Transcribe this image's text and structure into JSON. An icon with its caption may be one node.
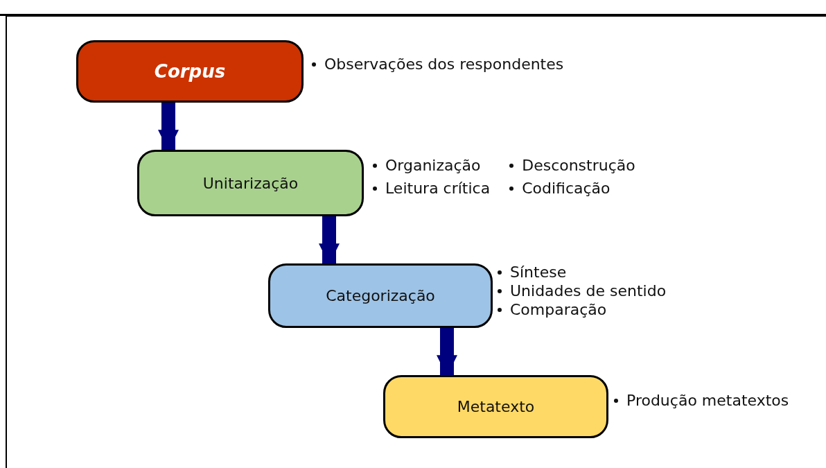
{
  "diagram": {
    "nodes": [
      {
        "text": [
          "Corpus"
        ],
        "beside": [
          "Observações dos respondentes"
        ]
      },
      {
        "text": [
          "Unitarização"
        ],
        "beside": [
          "Organização",
          "Desconstrução",
          "Leitura crítica",
          "Codificação"
        ]
      },
      {
        "text": [
          "Categorização"
        ],
        "beside": [
          "Síntese",
          "Unidades de sentido",
          "Comparação"
        ]
      },
      {
        "text": [
          "Metatexto"
        ],
        "beside": [
          "Produção metatextos"
        ]
      }
    ],
    "edges": [
      {
        "from": 0,
        "to": 1,
        "arrow": "to"
      },
      {
        "from": 1,
        "to": 2,
        "arrow": "to"
      },
      {
        "from": 2,
        "to": 3,
        "arrow": "to"
      }
    ]
  }
}
